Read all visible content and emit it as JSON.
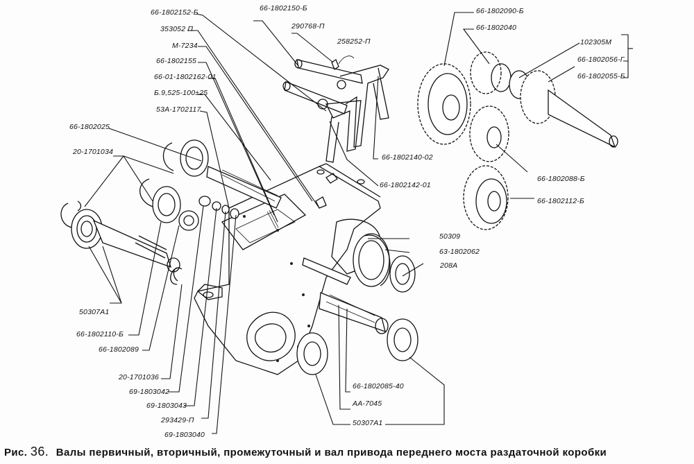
{
  "figure": {
    "caption_prefix": "Рис.",
    "caption_number": "36.",
    "caption_text": "Валы первичный, вторичный, промежуточный и вал привода переднего моста раздаточной коробки"
  },
  "labels": {
    "l01": "66-1802152-Б",
    "l02": "66-1802150-Б",
    "l03": "290768-П",
    "l04": "258252-П",
    "l05": "353052 П",
    "l06": "М-7234",
    "l07": "66-1802155",
    "l08": "66-01-1802162-01",
    "l09": "Б.9,525-100±25",
    "l10": "53А-1702117",
    "l11": "66-1802025",
    "l12": "20-1701034",
    "l13": "66-1802090-Б",
    "l14": "66-1802040",
    "l15": "102305М",
    "l16": "66-1802056-Г",
    "l17": "66-1802055-Б",
    "l18": "66-1802140-02",
    "l19": "66-1802142-01",
    "l20": "66-1802088-Б",
    "l21": "66-1802112-Б",
    "l22": "50309",
    "l23": "63-1802062",
    "l24": "208А",
    "l25": "50307А1",
    "l26": "66-1802110-Б",
    "l27": "66-1802089",
    "l28": "20-1701036",
    "l29": "69-1803042",
    "l30": "69-1803043",
    "l31": "293429-П",
    "l32": "69-1803040",
    "l33": "66-1802085-40",
    "l34": "АА-7045",
    "l35": "50307А1"
  }
}
